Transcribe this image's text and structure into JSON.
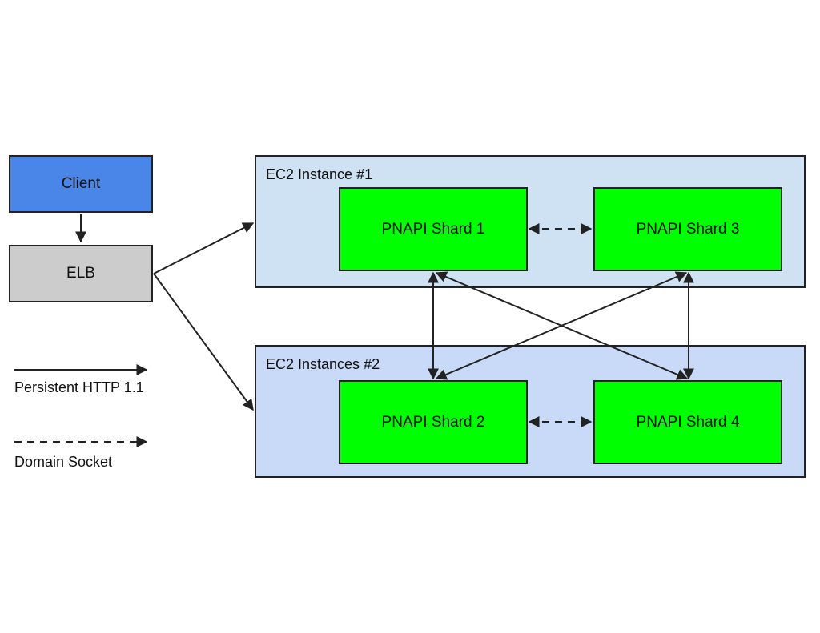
{
  "colors": {
    "client": "#4a86e8",
    "elb": "#cccccc",
    "ec2_1": "#cfe2f3",
    "ec2_2": "#c9daf8",
    "shard": "#00ff00",
    "stroke": "#222222"
  },
  "nodes": {
    "client": "Client",
    "elb": "ELB",
    "ec2_1": "EC2 Instance #1",
    "ec2_2": "EC2 Instances #2",
    "shard1": "PNAPI Shard 1",
    "shard2": "PNAPI Shard 2",
    "shard3": "PNAPI Shard 3",
    "shard4": "PNAPI Shard 4"
  },
  "legend": {
    "solid": "Persistent HTTP 1.1",
    "dashed": "Domain Socket"
  },
  "edges": [
    {
      "from": "Client",
      "to": "ELB",
      "style": "solid"
    },
    {
      "from": "ELB",
      "to": "EC2 Instance #1",
      "style": "solid"
    },
    {
      "from": "ELB",
      "to": "EC2 Instances #2",
      "style": "solid"
    },
    {
      "from": "PNAPI Shard 1",
      "to": "PNAPI Shard 3",
      "style": "dashed",
      "bidirectional": true
    },
    {
      "from": "PNAPI Shard 2",
      "to": "PNAPI Shard 4",
      "style": "dashed",
      "bidirectional": true
    },
    {
      "from": "PNAPI Shard 1",
      "to": "PNAPI Shard 2",
      "style": "solid",
      "bidirectional": true
    },
    {
      "from": "PNAPI Shard 1",
      "to": "PNAPI Shard 4",
      "style": "solid",
      "bidirectional": true
    },
    {
      "from": "PNAPI Shard 3",
      "to": "PNAPI Shard 2",
      "style": "solid",
      "bidirectional": true
    },
    {
      "from": "PNAPI Shard 3",
      "to": "PNAPI Shard 4",
      "style": "solid",
      "bidirectional": true
    }
  ]
}
